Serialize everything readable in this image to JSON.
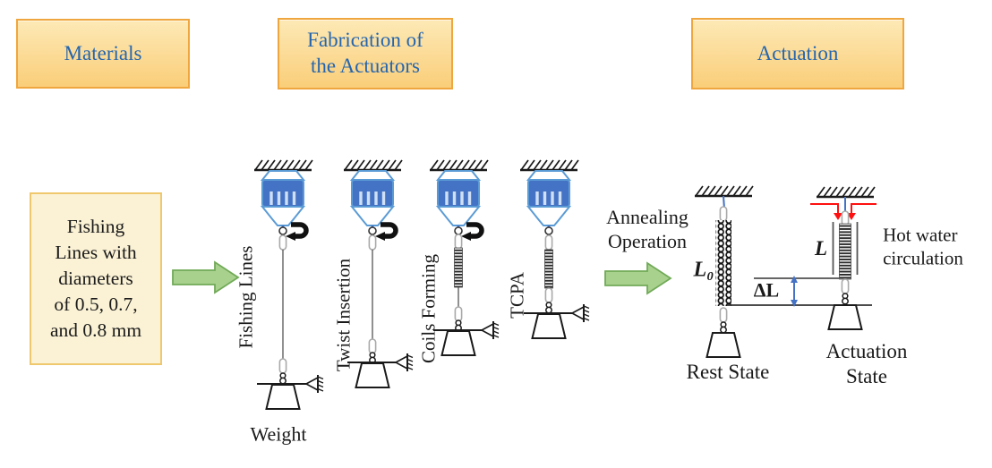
{
  "title_row": {
    "materials": "Materials",
    "fabrication": "Fabrication of\nthe Actuators",
    "actuation": "Actuation"
  },
  "materials_box": {
    "text": "Fishing\nLines with\ndiameters\nof 0.5, 0.7,\nand 0.8 mm"
  },
  "process_labels": {
    "fishing_lines": "Fishing Lines",
    "twist_insertion": "Twist Insertion",
    "coils_forming": "Coils Forming",
    "tcpa": "TCPA",
    "weight": "Weight",
    "annealing": "Annealing\nOperation"
  },
  "actuation_labels": {
    "rest_state": "Rest State",
    "actuation_state": "Actuation\nState",
    "hot_water": "Hot water\ncirculation",
    "initial_length": "L₀",
    "loaded_length": "L",
    "delta_length": "ΔL"
  },
  "icons": {
    "flow_arrow": "green-right-block-arrow",
    "motor": "blue-rotary-motor",
    "twist": "rotation-arrow",
    "ceiling": "hatched-fixed-support",
    "anchor": "side-wall-anchor",
    "weight": "trapezoid-weight",
    "hot_water_inlets": "red-down-arrows",
    "delta_gauge": "blue-double-arrow"
  },
  "colors": {
    "header_fill_top": "#FDE9B6",
    "header_fill_bottom": "#FACE79",
    "header_border": "#F0A63E",
    "header_text": "#2565AE",
    "materials_box_fill": "#FBF2D5",
    "materials_box_border": "#EFC86E",
    "arrow_green_fill": "#A9D18E",
    "arrow_green_border": "#71AA58",
    "motor_blue": "#4472C4",
    "motor_outline": "#5B9BD5",
    "hot_water_red": "#FF1010",
    "measure_blue": "#4472C4",
    "ink": "#1A1A1A"
  }
}
